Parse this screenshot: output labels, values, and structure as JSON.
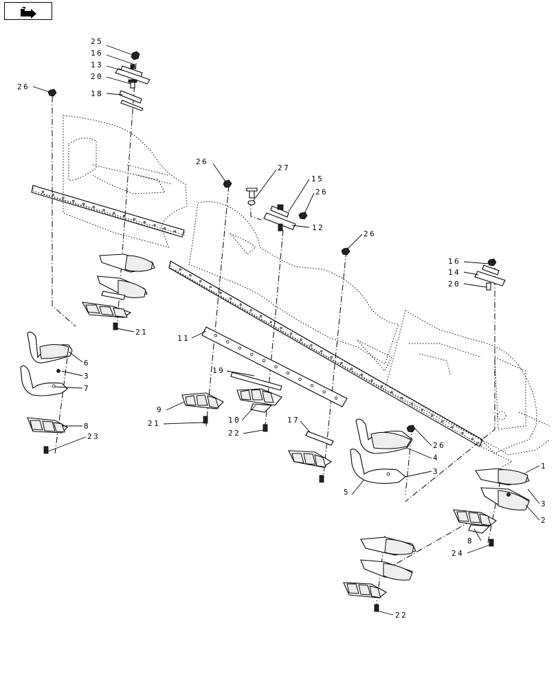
{
  "nav": {
    "icon": "next-page-arrow-icon"
  },
  "callouts": [
    {
      "id": "c1",
      "text": "1"
    },
    {
      "id": "c2",
      "text": "2"
    },
    {
      "id": "c3a",
      "text": "3"
    },
    {
      "id": "c3b",
      "text": "3"
    },
    {
      "id": "c3c",
      "text": "3"
    },
    {
      "id": "c4",
      "text": "4"
    },
    {
      "id": "c5",
      "text": "5"
    },
    {
      "id": "c6",
      "text": "6"
    },
    {
      "id": "c7",
      "text": "7"
    },
    {
      "id": "c8a",
      "text": "8"
    },
    {
      "id": "c8b",
      "text": "8"
    },
    {
      "id": "c9",
      "text": "9"
    },
    {
      "id": "c10",
      "text": "10"
    },
    {
      "id": "c11",
      "text": "11"
    },
    {
      "id": "c12",
      "text": "12"
    },
    {
      "id": "c13",
      "text": "13"
    },
    {
      "id": "c14",
      "text": "14"
    },
    {
      "id": "c15",
      "text": "15"
    },
    {
      "id": "c16a",
      "text": "16"
    },
    {
      "id": "c16b",
      "text": "16"
    },
    {
      "id": "c17",
      "text": "17"
    },
    {
      "id": "c18",
      "text": "18"
    },
    {
      "id": "c19",
      "text": "19"
    },
    {
      "id": "c20a",
      "text": "20"
    },
    {
      "id": "c20b",
      "text": "20"
    },
    {
      "id": "c21a",
      "text": "21"
    },
    {
      "id": "c21b",
      "text": "21"
    },
    {
      "id": "c22a",
      "text": "22"
    },
    {
      "id": "c22b",
      "text": "22"
    },
    {
      "id": "c23",
      "text": "23"
    },
    {
      "id": "c24",
      "text": "24"
    },
    {
      "id": "c25",
      "text": "25"
    },
    {
      "id": "c26a",
      "text": "26"
    },
    {
      "id": "c26b",
      "text": "26"
    },
    {
      "id": "c26c",
      "text": "26"
    },
    {
      "id": "c26d",
      "text": "26"
    },
    {
      "id": "c26e",
      "text": "26"
    },
    {
      "id": "c27",
      "text": "27"
    }
  ]
}
